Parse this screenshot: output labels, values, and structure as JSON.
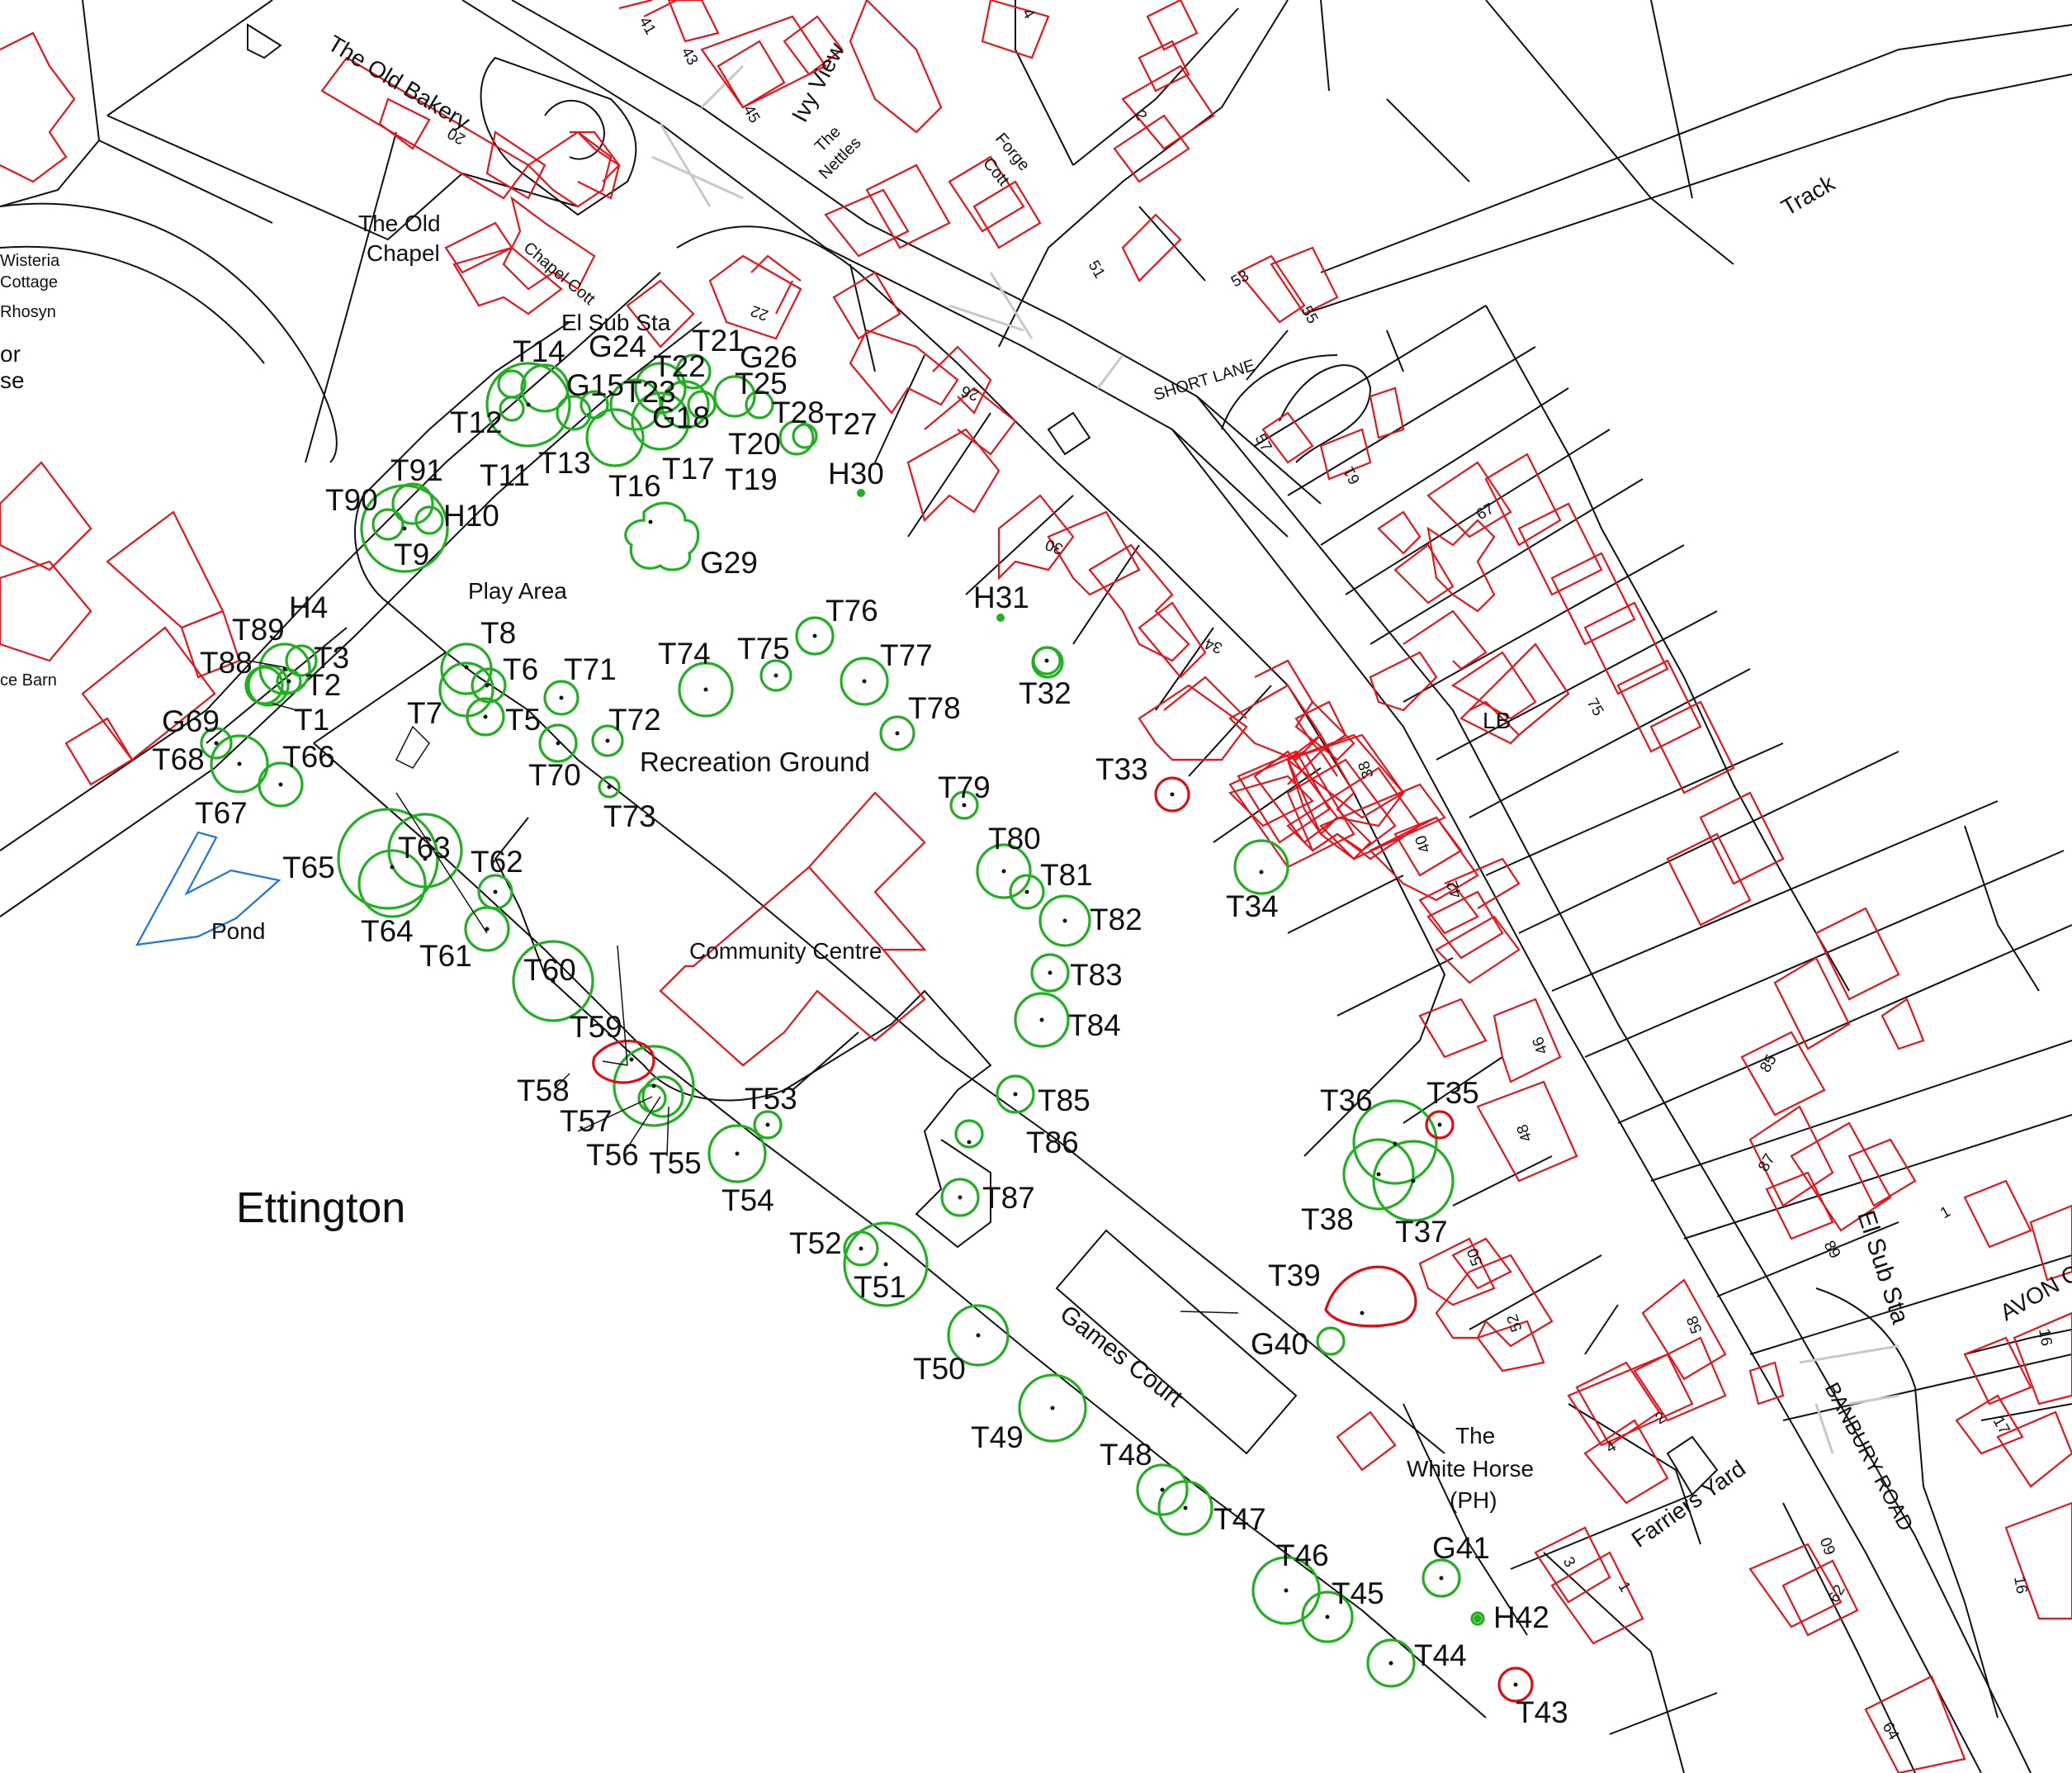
{
  "map": {
    "town": "Ettington",
    "colors": {
      "retained_tree": "#21b021",
      "removed_tree": "#e10d10",
      "building": "#e8141b",
      "water": "#1a73e8",
      "boundary": "#111111"
    },
    "places": {
      "old_bakery": "The Old Bakery",
      "old_chapel_1": "The Old",
      "old_chapel_2": "Chapel",
      "chapel_cott": "Chapel Cott",
      "el_sub_sta": "El Sub Sta",
      "wisteria": "Wisteria",
      "cottage": "Cottage",
      "rhosyn": "Rhosyn",
      "or": "or",
      "se": "se",
      "barn": "ce Barn",
      "ivy_view": "Ivy View",
      "the_nettles_1": "The",
      "the_nettles_2": "Nettles",
      "forge_cott_1": "Forge",
      "forge_cott_2": "Cott",
      "track": "Track",
      "short_lane": "SHORT LANE",
      "play_area": "Play Area",
      "recreation_ground": "Recreation Ground",
      "community_centre": "Community Centre",
      "pond": "Pond",
      "games_court": "Games Court",
      "lb": "LB",
      "white_horse_1": "The",
      "white_horse_2": "White Horse",
      "white_horse_3": "(PH)",
      "farriers_yard": "Farriers Yard",
      "banbury_road": "BANBURY ROAD",
      "el_sub_sta_2": "El Sub Sta",
      "avon_cl": "AVON CL"
    },
    "house_numbers": {
      "n41": "41",
      "n43": "43",
      "n45": "45",
      "n20": "20",
      "n22": "22",
      "n26": "26",
      "n30": "30",
      "n34": "34",
      "n38": "38",
      "n40": "40",
      "n42": "42",
      "n46": "46",
      "n48": "48",
      "n50": "50",
      "n52": "52",
      "n51": "51",
      "n53": "53",
      "n55": "55",
      "n57": "57",
      "n61": "61",
      "n67": "67",
      "n75": "75",
      "n85": "85",
      "n87": "87",
      "n89": "89",
      "n1": "1",
      "n2": "2",
      "n4": "4",
      "n3": "3",
      "n58": "58",
      "n60": "60",
      "n62": "62",
      "n64": "64",
      "n16": "16",
      "n17": "17",
      "n91": "91",
      "n4b": "4"
    },
    "trees": [
      {
        "id": "T1",
        "status": "retained"
      },
      {
        "id": "T2",
        "status": "retained"
      },
      {
        "id": "T3",
        "status": "retained"
      },
      {
        "id": "H4",
        "status": "retained"
      },
      {
        "id": "T5",
        "status": "retained"
      },
      {
        "id": "T6",
        "status": "retained"
      },
      {
        "id": "T7",
        "status": "retained"
      },
      {
        "id": "T8",
        "status": "retained"
      },
      {
        "id": "T9",
        "status": "retained"
      },
      {
        "id": "H10",
        "status": "retained"
      },
      {
        "id": "T11",
        "status": "retained"
      },
      {
        "id": "T12",
        "status": "retained"
      },
      {
        "id": "T13",
        "status": "retained"
      },
      {
        "id": "T14",
        "status": "retained"
      },
      {
        "id": "G15",
        "status": "retained"
      },
      {
        "id": "T16",
        "status": "retained"
      },
      {
        "id": "T17",
        "status": "retained"
      },
      {
        "id": "G18",
        "status": "retained"
      },
      {
        "id": "T19",
        "status": "retained"
      },
      {
        "id": "T20",
        "status": "retained"
      },
      {
        "id": "T21",
        "status": "retained"
      },
      {
        "id": "T22",
        "status": "retained"
      },
      {
        "id": "T23",
        "status": "retained"
      },
      {
        "id": "G24",
        "status": "retained"
      },
      {
        "id": "T25",
        "status": "retained"
      },
      {
        "id": "G26",
        "status": "retained"
      },
      {
        "id": "T27",
        "status": "retained"
      },
      {
        "id": "T28",
        "status": "retained"
      },
      {
        "id": "G29",
        "status": "retained"
      },
      {
        "id": "H30",
        "status": "retained"
      },
      {
        "id": "H31",
        "status": "retained"
      },
      {
        "id": "T32",
        "status": "retained"
      },
      {
        "id": "T33",
        "status": "removed"
      },
      {
        "id": "T34",
        "status": "retained"
      },
      {
        "id": "T35",
        "status": "removed"
      },
      {
        "id": "T36",
        "status": "retained"
      },
      {
        "id": "T37",
        "status": "retained"
      },
      {
        "id": "T38",
        "status": "retained"
      },
      {
        "id": "T39",
        "status": "removed"
      },
      {
        "id": "G40",
        "status": "retained"
      },
      {
        "id": "G41",
        "status": "retained"
      },
      {
        "id": "H42",
        "status": "retained"
      },
      {
        "id": "T43",
        "status": "removed"
      },
      {
        "id": "T44",
        "status": "retained"
      },
      {
        "id": "T45",
        "status": "retained"
      },
      {
        "id": "T46",
        "status": "retained"
      },
      {
        "id": "T47",
        "status": "retained"
      },
      {
        "id": "T48",
        "status": "retained"
      },
      {
        "id": "T49",
        "status": "retained"
      },
      {
        "id": "T50",
        "status": "retained"
      },
      {
        "id": "T51",
        "status": "retained"
      },
      {
        "id": "T52",
        "status": "retained"
      },
      {
        "id": "T53",
        "status": "retained"
      },
      {
        "id": "T54",
        "status": "retained"
      },
      {
        "id": "T55",
        "status": "retained"
      },
      {
        "id": "T56",
        "status": "retained"
      },
      {
        "id": "T57",
        "status": "retained"
      },
      {
        "id": "T58",
        "status": "retained"
      },
      {
        "id": "T59",
        "status": "removed"
      },
      {
        "id": "T60",
        "status": "retained"
      },
      {
        "id": "T61",
        "status": "retained"
      },
      {
        "id": "T62",
        "status": "retained"
      },
      {
        "id": "T63",
        "status": "retained"
      },
      {
        "id": "T64",
        "status": "retained"
      },
      {
        "id": "T65",
        "status": "retained"
      },
      {
        "id": "T66",
        "status": "retained"
      },
      {
        "id": "T67",
        "status": "retained"
      },
      {
        "id": "T68",
        "status": "retained"
      },
      {
        "id": "G69",
        "status": "retained"
      },
      {
        "id": "T70",
        "status": "retained"
      },
      {
        "id": "T71",
        "status": "retained"
      },
      {
        "id": "T72",
        "status": "retained"
      },
      {
        "id": "T73",
        "status": "retained"
      },
      {
        "id": "T74",
        "status": "retained"
      },
      {
        "id": "T75",
        "status": "retained"
      },
      {
        "id": "T76",
        "status": "retained"
      },
      {
        "id": "T77",
        "status": "retained"
      },
      {
        "id": "T78",
        "status": "retained"
      },
      {
        "id": "T79",
        "status": "retained"
      },
      {
        "id": "T80",
        "status": "retained"
      },
      {
        "id": "T81",
        "status": "retained"
      },
      {
        "id": "T82",
        "status": "retained"
      },
      {
        "id": "T83",
        "status": "retained"
      },
      {
        "id": "T84",
        "status": "retained"
      },
      {
        "id": "T85",
        "status": "retained"
      },
      {
        "id": "T86",
        "status": "retained"
      },
      {
        "id": "T87",
        "status": "retained"
      },
      {
        "id": "T88",
        "status": "retained"
      },
      {
        "id": "T89",
        "status": "retained"
      },
      {
        "id": "T90",
        "status": "retained"
      },
      {
        "id": "T91",
        "status": "retained"
      }
    ]
  }
}
